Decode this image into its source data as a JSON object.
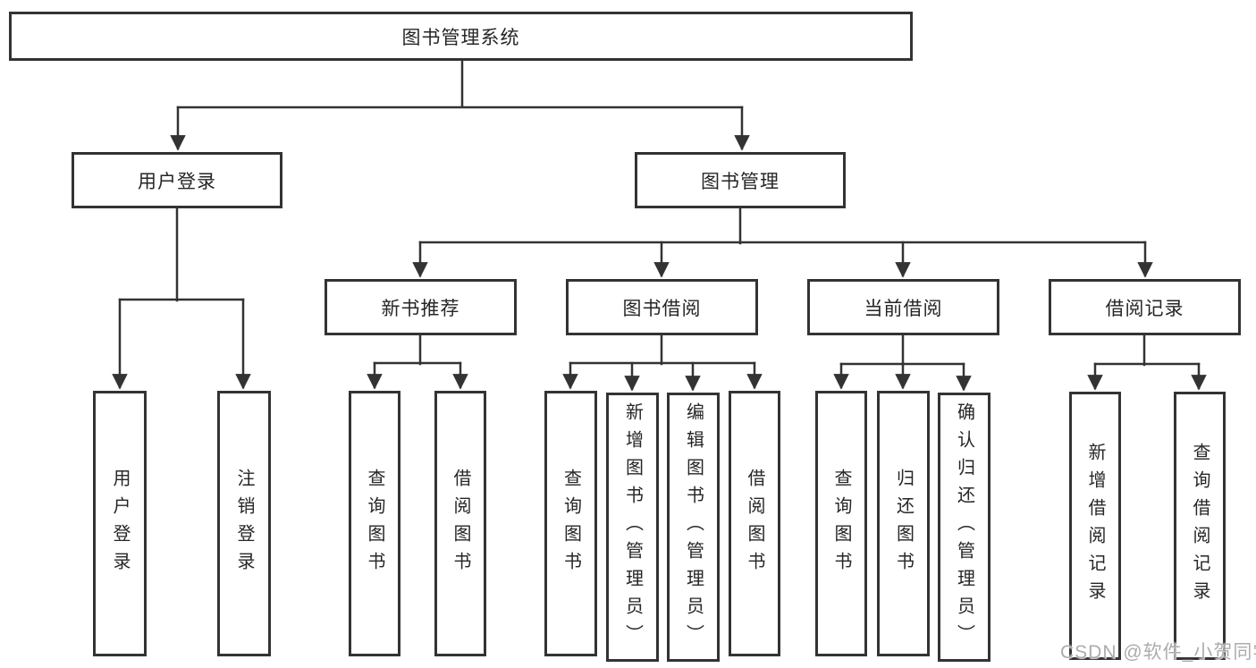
{
  "diagram": {
    "type": "hierarchy-tree",
    "watermark": "CSDN @软件_小贺同学",
    "colors": {
      "line": "#333333",
      "border": "#333333",
      "text": "#262626",
      "background": "#ffffff",
      "watermark": "#a8a8a8"
    },
    "nodes": {
      "root": "图书管理系统",
      "user_login_branch": "用户登录",
      "book_mgmt_branch": "图书管理",
      "new_book_rec": "新书推荐",
      "book_borrow": "图书借阅",
      "current_borrow": "当前借阅",
      "borrow_records": "借阅记录",
      "leaf_user_login": "用户登录",
      "leaf_logout": "注销登录",
      "leaf_nbr_query_books": "查询图书",
      "leaf_nbr_borrow_books": "借阅图书",
      "leaf_bb_query_books": "查询图书",
      "leaf_bb_add_books": "新增图书（管理员）",
      "leaf_bb_edit_books": "编辑图书（管理员）",
      "leaf_bb_borrow_books": "借阅图书",
      "leaf_cb_query_books": "查询图书",
      "leaf_cb_return_books": "归还图书",
      "leaf_cb_confirm_return": "确认归还（管理员）",
      "leaf_br_add_record": "新增借阅记录",
      "leaf_br_query_record": "查询借阅记录"
    },
    "tree": {
      "root": "图书管理系统",
      "children": [
        {
          "label": "用户登录",
          "children": [
            "用户登录",
            "注销登录"
          ]
        },
        {
          "label": "图书管理",
          "children": [
            {
              "label": "新书推荐",
              "children": [
                "查询图书",
                "借阅图书"
              ]
            },
            {
              "label": "图书借阅",
              "children": [
                "查询图书",
                "新增图书（管理员）",
                "编辑图书（管理员）",
                "借阅图书"
              ]
            },
            {
              "label": "当前借阅",
              "children": [
                "查询图书",
                "归还图书",
                "确认归还（管理员）"
              ]
            },
            {
              "label": "借阅记录",
              "children": [
                "新增借阅记录",
                "查询借阅记录"
              ]
            }
          ]
        }
      ]
    }
  }
}
